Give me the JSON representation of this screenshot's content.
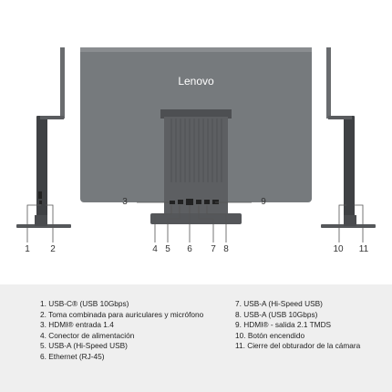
{
  "brand": "Lenovo",
  "callouts": {
    "n1": "1",
    "n2": "2",
    "n3": "3",
    "n4": "4",
    "n5": "5",
    "n6": "6",
    "n7": "7",
    "n8": "8",
    "n9": "9",
    "n10": "10",
    "n11": "11"
  },
  "legend": {
    "left": [
      "1.  USB-C® (USB 10Gbps)",
      "2.  Toma combinada para auriculares y micrófono",
      "3.  HDMI® entrada 1.4",
      "4.  Conector de alimentación",
      "5.  USB-A (Hi-Speed USB)",
      "6.  Ethernet (RJ-45)"
    ],
    "right": [
      "7. USB-A (Hi-Speed USB)",
      "8. USB-A (USB 10Gbps)",
      "9. HDMI® - salida 2.1 TMDS",
      "10. Botón encendido",
      "11.  Cierre del obturador de la cámara"
    ]
  },
  "colors": {
    "panel": "#737578",
    "panel_dark": "#4a4c4f",
    "stand": "#5b5d60",
    "legend_bg": "#efefef"
  }
}
